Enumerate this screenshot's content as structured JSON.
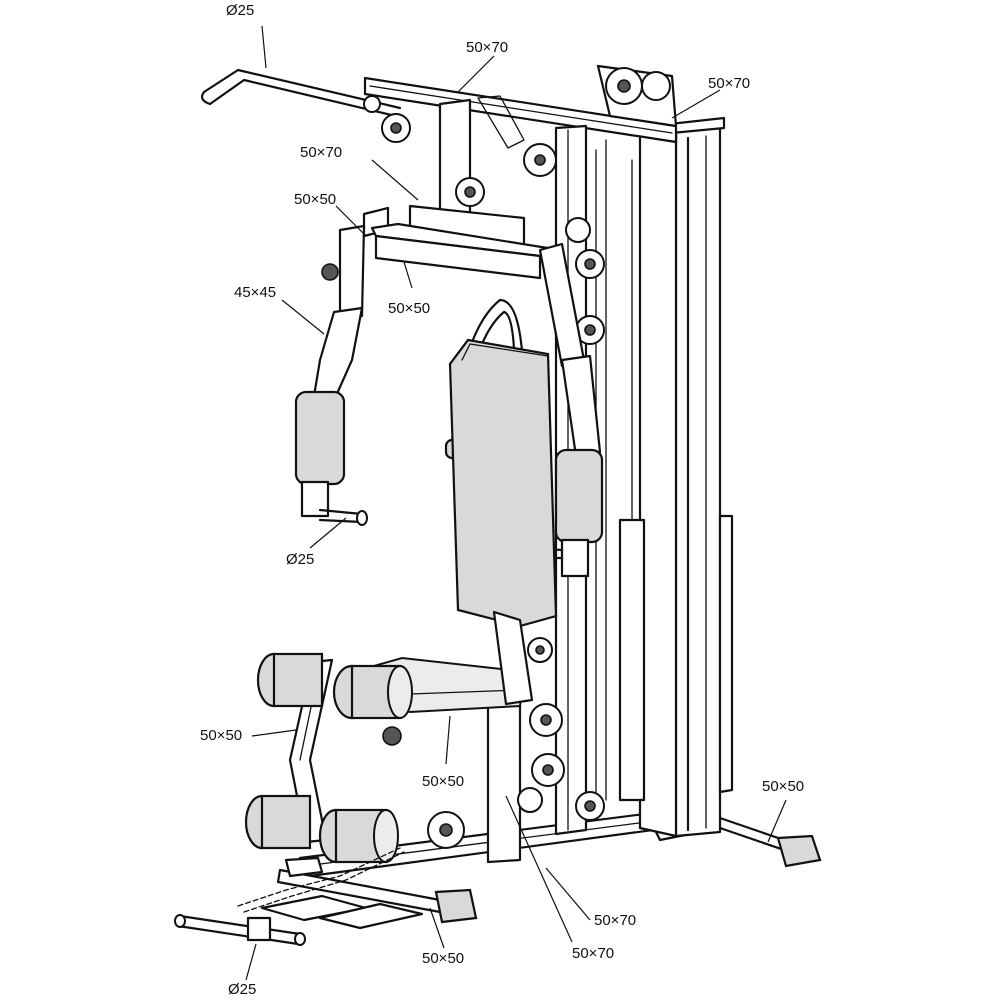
{
  "labels": {
    "bar_top": "Ø25",
    "beam_top": "50×70",
    "column_top": "50×70",
    "press_crossbar": "50×70",
    "arm_frame": "50×50",
    "crossbeam": "50×50",
    "arm_tube": "45×45",
    "press_handle": "Ø25",
    "leg_frame": "50×50",
    "seat_post": "50×50",
    "rear_base": "50×50",
    "main_base_1": "50×70",
    "main_base_2": "50×70",
    "front_base": "50×50",
    "foot_bar": "Ø25"
  }
}
